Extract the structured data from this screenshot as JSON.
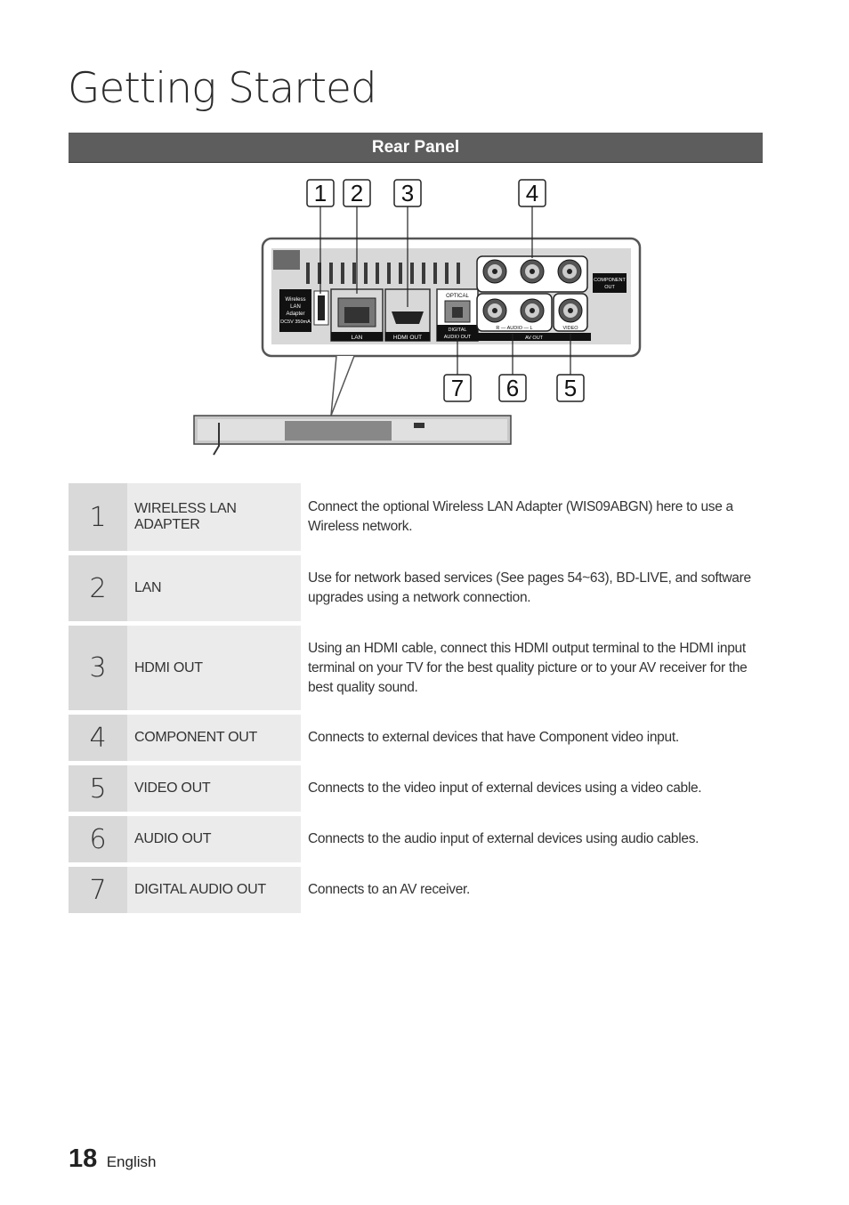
{
  "page": {
    "title": "Getting Started",
    "section_title": "Rear Panel",
    "page_number": "18",
    "language": "English"
  },
  "diagram": {
    "callouts": [
      "1",
      "2",
      "3",
      "4",
      "5",
      "6",
      "7"
    ],
    "panel_labels": {
      "wireless": [
        "Wireless",
        "LAN",
        "Adapter",
        "DC5V 350mA"
      ],
      "lan": "LAN",
      "hdmi": "HDMI OUT",
      "optical_top": "OPTICAL",
      "optical_bottom": [
        "DIGITAL",
        "AUDIO OUT"
      ],
      "component": [
        "COMPONENT",
        "OUT"
      ],
      "audio": "R — AUDIO — L",
      "av_out": "AV OUT",
      "video": "VIDEO"
    }
  },
  "items": [
    {
      "num": "1",
      "label": "WIRELESS LAN ADAPTER",
      "desc": "Connect the optional Wireless LAN Adapter (WIS09ABGN) here to use a Wireless network."
    },
    {
      "num": "2",
      "label": "LAN",
      "desc": "Use for network based services (See pages 54~63), BD-LIVE, and software upgrades using a network connection."
    },
    {
      "num": "3",
      "label": "HDMI OUT",
      "desc": "Using an HDMI cable, connect this HDMI output terminal to the HDMI input terminal on your TV for the best quality picture or to your AV receiver for the best quality sound."
    },
    {
      "num": "4",
      "label": "COMPONENT OUT",
      "desc": "Connects to external devices that have Component video input."
    },
    {
      "num": "5",
      "label": "VIDEO OUT",
      "desc": "Connects to the video input of external devices using a video cable."
    },
    {
      "num": "6",
      "label": "AUDIO OUT",
      "desc": "Connects to the audio input of external devices using audio cables."
    },
    {
      "num": "7",
      "label": "DIGITAL AUDIO OUT",
      "desc": "Connects to an AV receiver."
    }
  ]
}
